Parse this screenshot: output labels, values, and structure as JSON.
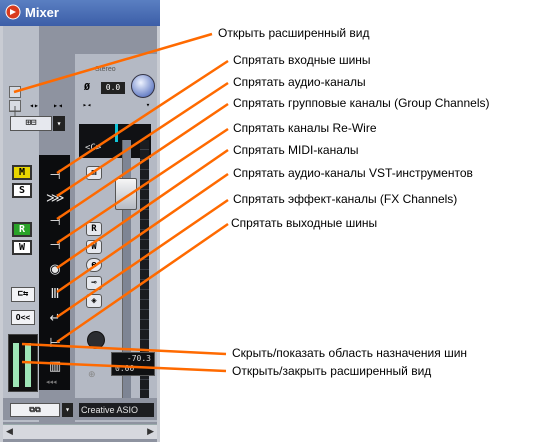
{
  "window": {
    "title": "Mixer"
  },
  "strip": {
    "stereo_label": "Stereo",
    "pan_value": "0.0",
    "channel_display": "<C>",
    "level_readout": "-70.3",
    "level_readout2": "0.00",
    "output_device": "Creative ASIO"
  },
  "buttons": {
    "mute": "M",
    "solo": "S",
    "read": "R",
    "write": "W",
    "m_small": "m",
    "r_small": "R",
    "w_small": "W",
    "e_small": "e",
    "o_small": "O<<"
  },
  "callouts": [
    "Открыть расширенный вид",
    "Спрятать входные шины",
    "Спрятать аудио-каналы",
    "Спрятать групповые каналы (Group Channels)",
    "Спрятать каналы Re-Wire",
    "Спрятать MIDI-каналы",
    "Спрятать аудио-каналы VST-инструментов",
    "Спрятать эффект-каналы (FX Channels)",
    "Спрятать выходные шины",
    "Скрыть/показать область назначения шин",
    "Открыть/закрыть расширенный вид"
  ],
  "colors": {
    "accent_orange": "#ff6a00",
    "titlebar": "#3c5ea8",
    "mute_yellow": "#e8d600",
    "read_green": "#29a329",
    "meter_cyan": "#12c4d8"
  }
}
